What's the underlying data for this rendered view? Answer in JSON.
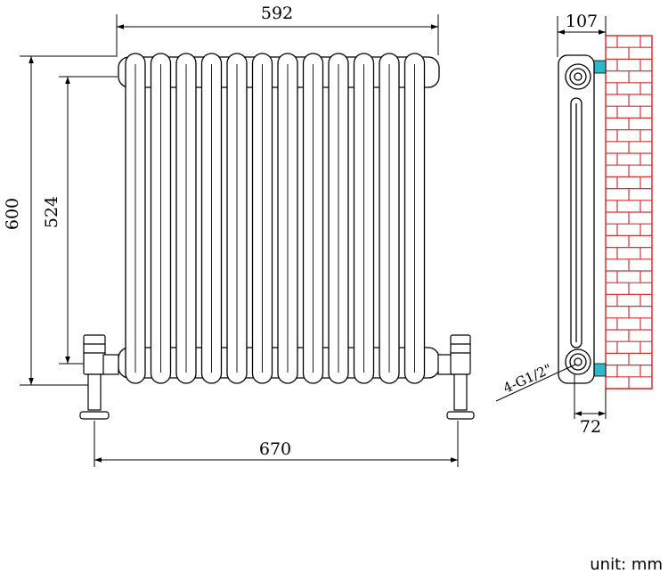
{
  "dimensions": {
    "width_top": "592",
    "height_total": "600",
    "height_centers": "524",
    "width_valves": "670",
    "depth_total": "107",
    "depth_to_wall": "72",
    "connection": "4-G1/2\""
  },
  "unit_label": "unit: mm",
  "colors": {
    "line": "#000000",
    "brick_line": "#d93030",
    "bracket": "#2fb8c8"
  }
}
